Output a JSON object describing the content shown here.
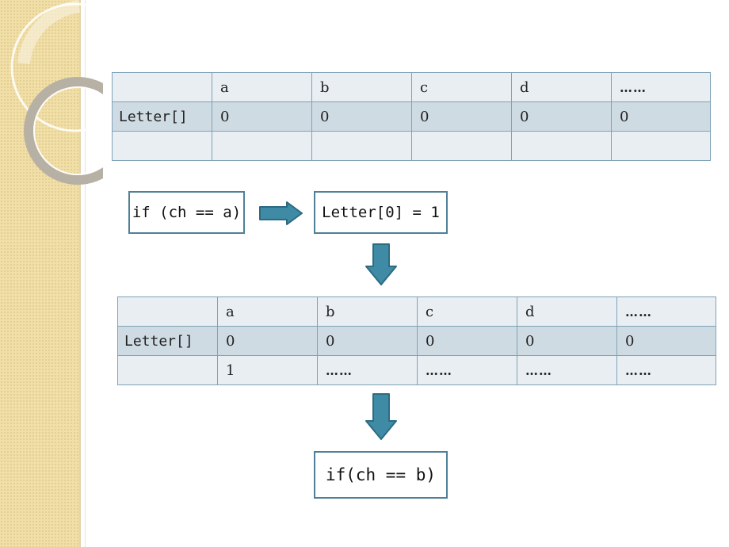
{
  "table1": {
    "header": [
      "",
      "a",
      "b",
      "c",
      "d",
      "……"
    ],
    "rows": [
      [
        "Letter[]",
        "0",
        "0",
        "0",
        "0",
        "0"
      ],
      [
        "",
        "",
        "",
        "",
        "",
        ""
      ]
    ]
  },
  "flow": {
    "condition1": "if (ch == a)",
    "action1": "Letter[0] = 1",
    "condition2": "if(ch == b)"
  },
  "table2": {
    "header": [
      "",
      "a",
      "b",
      "c",
      "d",
      "……"
    ],
    "rows": [
      [
        "Letter[]",
        "0",
        "0",
        "0",
        "0",
        "0"
      ],
      [
        "",
        "1",
        "……",
        "……",
        "……",
        "……"
      ]
    ]
  },
  "colors": {
    "arrow": "#3f8aa4",
    "arrow_edge": "#2c6b82",
    "box_border": "#4f8098",
    "table_border": "#7fa2b8",
    "band_light": "#e9eef2",
    "band_dark": "#cfdbe3",
    "side_strip": "#f1dfa8"
  },
  "icons": [
    "decorative-rings",
    "right-arrow-icon",
    "down-arrow-icon"
  ]
}
